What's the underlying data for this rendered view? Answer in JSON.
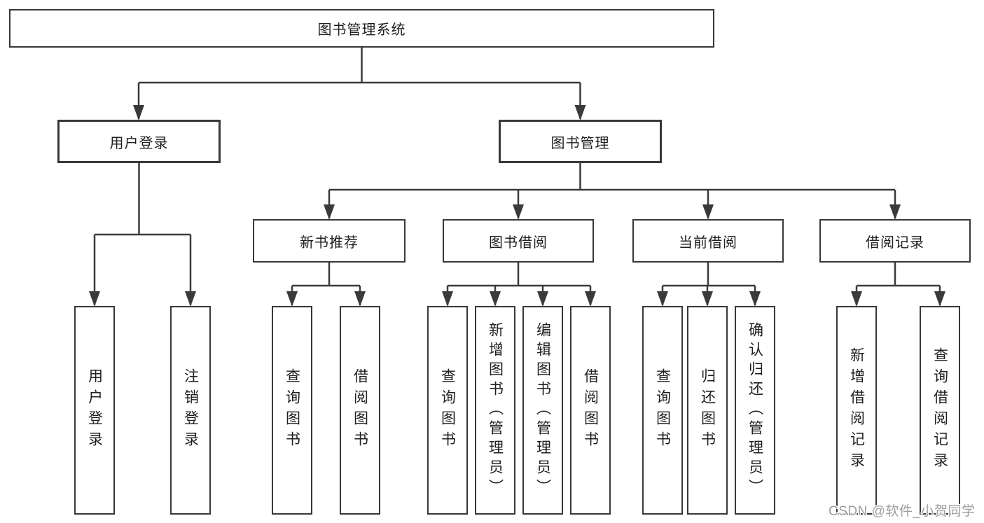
{
  "root": {
    "label": "图书管理系统"
  },
  "branches": [
    {
      "label": "用户登录"
    },
    {
      "label": "图书管理"
    }
  ],
  "modules": [
    {
      "label": "新书推荐",
      "parent": "图书管理"
    },
    {
      "label": "图书借阅",
      "parent": "图书管理"
    },
    {
      "label": "当前借阅",
      "parent": "图书管理"
    },
    {
      "label": "借阅记录",
      "parent": "图书管理"
    }
  ],
  "leaves": [
    {
      "label": "用户登录",
      "parent": "用户登录"
    },
    {
      "label": "注销登录",
      "parent": "用户登录"
    },
    {
      "label": "查询图书",
      "parent": "新书推荐"
    },
    {
      "label": "借阅图书",
      "parent": "新书推荐"
    },
    {
      "label": "查询图书",
      "parent": "图书借阅"
    },
    {
      "label": "新增图书（管理员）",
      "parent": "图书借阅"
    },
    {
      "label": "编辑图书（管理员）",
      "parent": "图书借阅"
    },
    {
      "label": "借阅图书",
      "parent": "图书借阅"
    },
    {
      "label": "查询图书",
      "parent": "当前借阅"
    },
    {
      "label": "归还图书",
      "parent": "当前借阅"
    },
    {
      "label": "确认归还（管理员）",
      "parent": "当前借阅"
    },
    {
      "label": "新增借阅记录",
      "parent": "借阅记录"
    },
    {
      "label": "查询借阅记录",
      "parent": "借阅记录"
    }
  ],
  "watermark": {
    "text": "CSDN @软件_小贺同学"
  },
  "colors": {
    "line": "#3a3a3a",
    "border": "#383838",
    "text": "#1f1f1f",
    "watermark": "#9e9e9e",
    "background": "#ffffff"
  }
}
